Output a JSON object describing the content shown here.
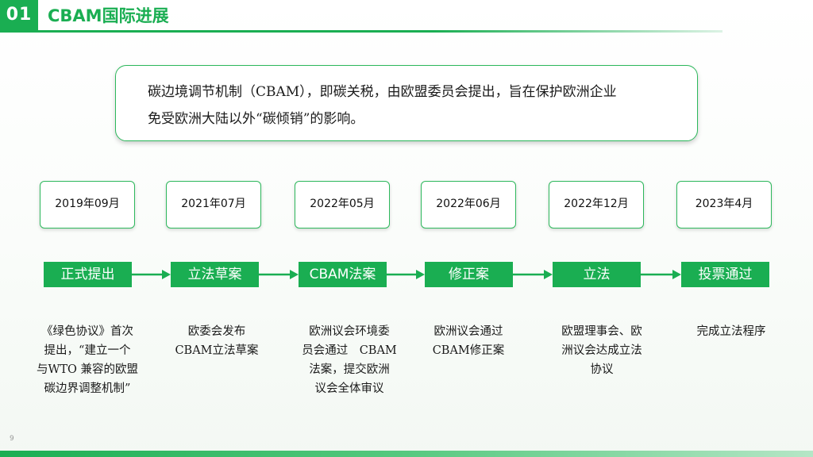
{
  "header": {
    "number": "01",
    "title": "CBAM国际进展"
  },
  "intro": {
    "line1": "碳边境调节机制（CBAM），即碳关税，由欧盟委员会提出，旨在保护欧洲企业",
    "line2": "免受欧洲大陆以外“碳倾销”的影响。"
  },
  "timeline": [
    {
      "date": "2019年09月",
      "step": "正式提出",
      "desc": [
        "《绿色协议》首次",
        "提出，“建立一个",
        "与WTO 兼容的欧盟",
        "碳边界调整机制”"
      ]
    },
    {
      "date": "2021年07月",
      "step": "立法草案",
      "desc": [
        "欧委会发布",
        "CBAM立法草案"
      ]
    },
    {
      "date": "2022年05月",
      "step": "CBAM法案",
      "desc": [
        "欧洲议会环境委",
        "员会通过　CBAM",
        "法案，提交欧洲",
        "议会全体审议"
      ]
    },
    {
      "date": "2022年06月",
      "step": "修正案",
      "desc": [
        "欧洲议会通过",
        "CBAM修正案"
      ]
    },
    {
      "date": "2022年12月",
      "step": "立法",
      "desc": [
        "欧盟理事会、欧",
        "洲议会达成立法",
        "协议"
      ]
    },
    {
      "date": "2023年4月",
      "step": "投票通过",
      "desc": [
        "完成立法程序"
      ]
    }
  ],
  "footer": {
    "page": "9"
  },
  "colors": {
    "accent": "#1aae52",
    "border": "#2db85c"
  }
}
